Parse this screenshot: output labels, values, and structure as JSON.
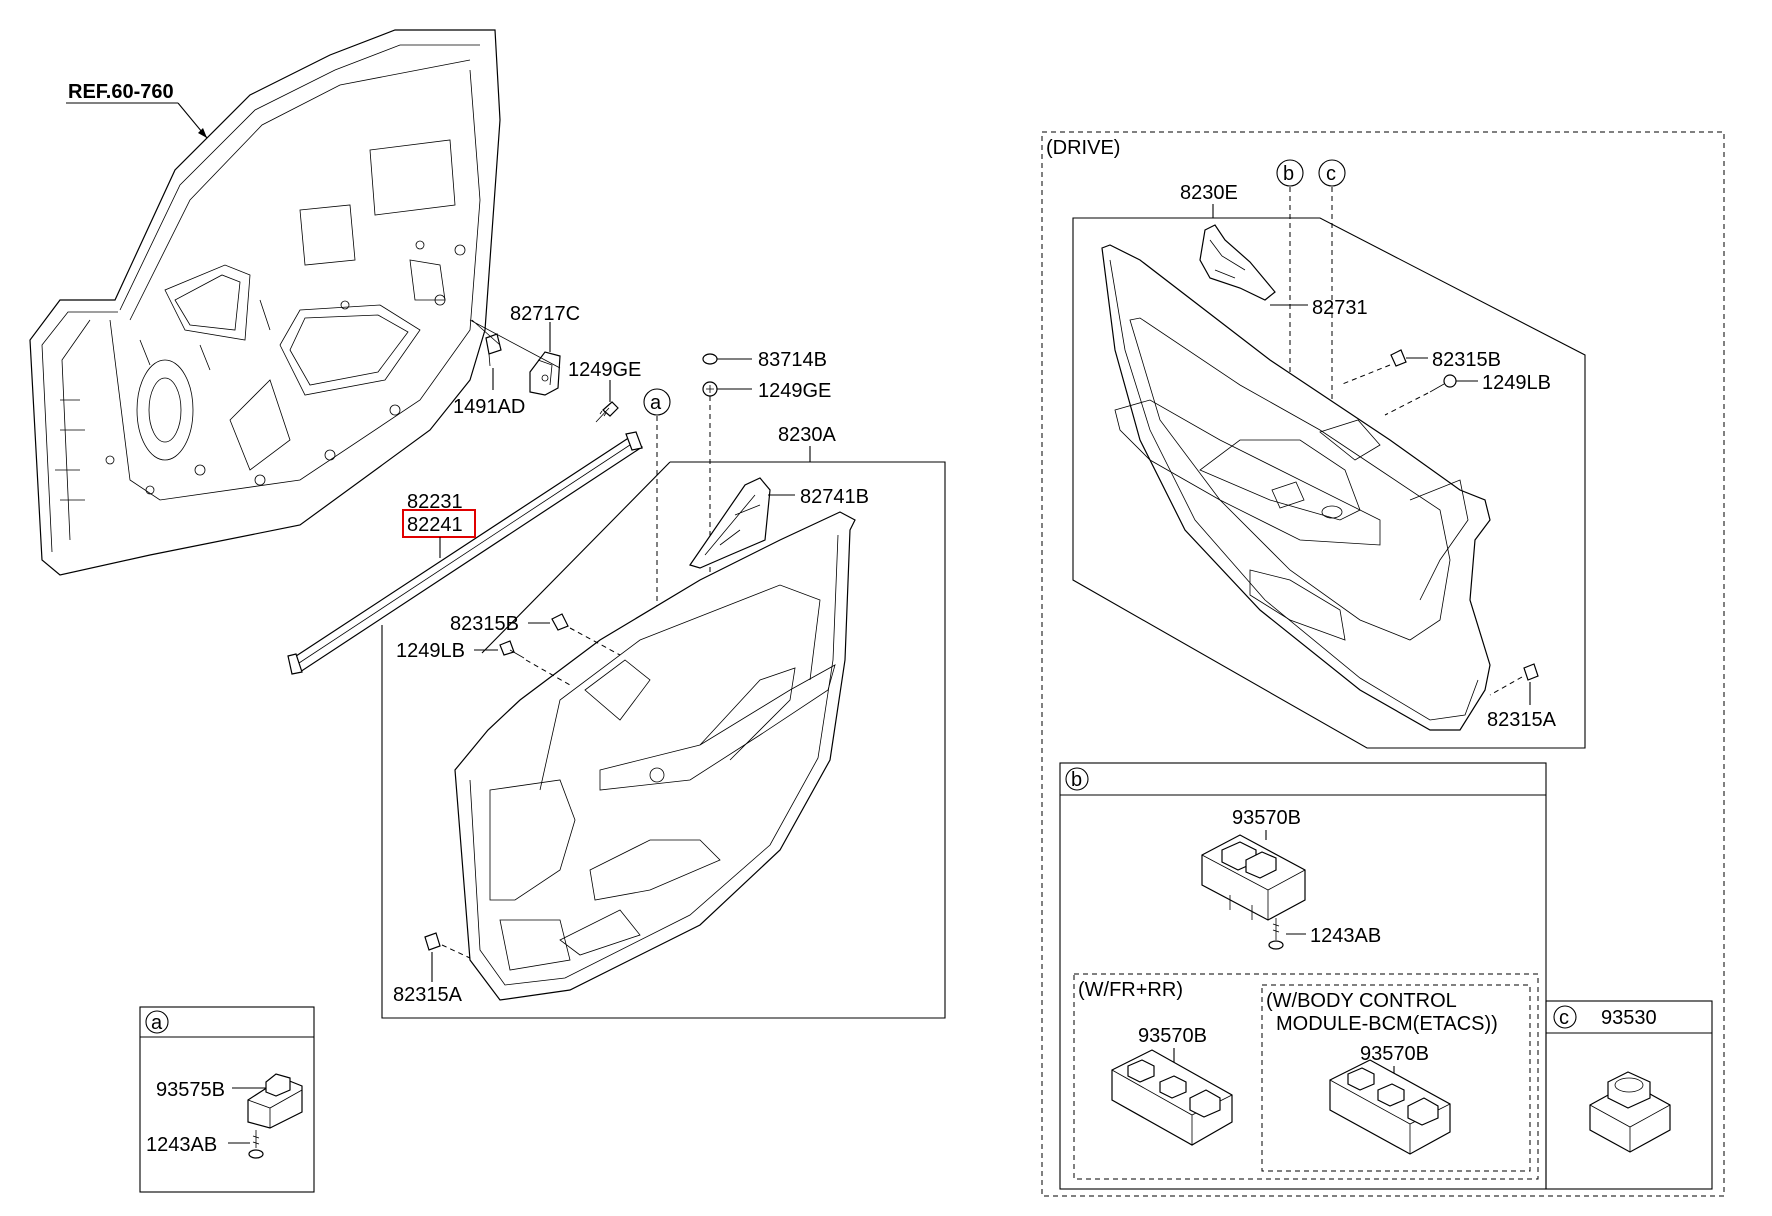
{
  "ref_label": "REF.60-760",
  "drive_group": "(DRIVE)",
  "callouts": {
    "a": "a",
    "b": "b",
    "c": "c"
  },
  "parts": {
    "p82717C": "82717C",
    "p1249GE_a": "1249GE",
    "p1491AD": "1491AD",
    "p83714B": "83714B",
    "p1249GE_b": "1249GE",
    "p8230A": "8230A",
    "p82231": "82231",
    "p82241": "82241",
    "p82741B": "82741B",
    "p82315B_l": "82315B",
    "p1249LB_l": "1249LB",
    "p82315A_l": "82315A",
    "p8230E": "8230E",
    "p82731": "82731",
    "p82315B_r": "82315B",
    "p1249LB_r": "1249LB",
    "p82315A_r": "82315A",
    "p93570B_b": "93570B",
    "p1243AB_b": "1243AB",
    "p93570B_fr": "93570B",
    "p93570B_bcm": "93570B",
    "p93530": "93530",
    "p93575B": "93575B",
    "p1243AB_a": "1243AB"
  },
  "variants": {
    "wfrrr": "(W/FR+RR)",
    "bcm_line1": "(W/BODY CONTROL",
    "bcm_line2": "MODULE-BCM(ETACS))"
  },
  "highlight_color": "#e00000"
}
